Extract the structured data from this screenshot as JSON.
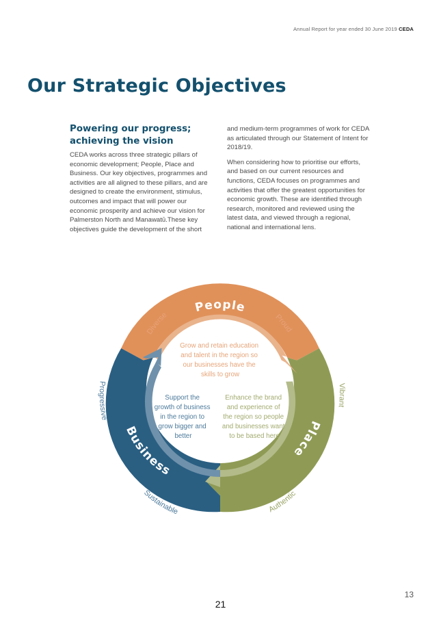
{
  "header": {
    "running_text": "Annual Report for year ended 30 June 2019",
    "brand": "CEDA"
  },
  "title": "Our Strategic Objectives",
  "intro": {
    "heading_line1": "Powering our progress;",
    "heading_line2": "achieving the vision",
    "left_paragraph": "CEDA works across three strategic pillars of economic development; People, Place and Business. Our key objectives, programmes and activities are all aligned to these pillars, and are designed to create the environment, stimulus, outcomes and impact that will power our economic prosperity and achieve our vision for Palmerston North and Manawatū.These key objectives guide the development of the short",
    "right_paragraph1": "and medium-term programmes of work for CEDA as articulated through our Statement of Intent for 2018/19.",
    "right_paragraph2": "When considering how to prioritise our efforts, and based on our current resources and functions, CEDA focuses on programmes and activities that offer the greatest opportunities for economic growth. These are identified through research, monitored and reviewed using the latest data, and viewed through a regional, national and international lens."
  },
  "diagram": {
    "colors": {
      "people": "#e0915a",
      "place": "#8f9b55",
      "business": "#2a5f82"
    },
    "segments": {
      "people": "People",
      "place": "Place",
      "business": "Business"
    },
    "values": {
      "diverse": "Diverse",
      "proud": "Proud",
      "vibrant": "Vibrant",
      "authentic": "Authentic",
      "sustainable": "Sustainable",
      "progressive": "Progressive"
    },
    "people_lines": [
      "Grow and retain education",
      "and talent in the region so",
      "our businesses have the",
      "skills to grow"
    ],
    "business_lines": [
      "Support the",
      "growth of business",
      "in the region to",
      "grow bigger and",
      "better"
    ],
    "place_lines": [
      "Enhance the brand",
      "and experience of",
      "the region so people",
      "and businesses want",
      "to be based here"
    ]
  },
  "footer": {
    "page_number_right": "13",
    "page_number_center": "21"
  }
}
